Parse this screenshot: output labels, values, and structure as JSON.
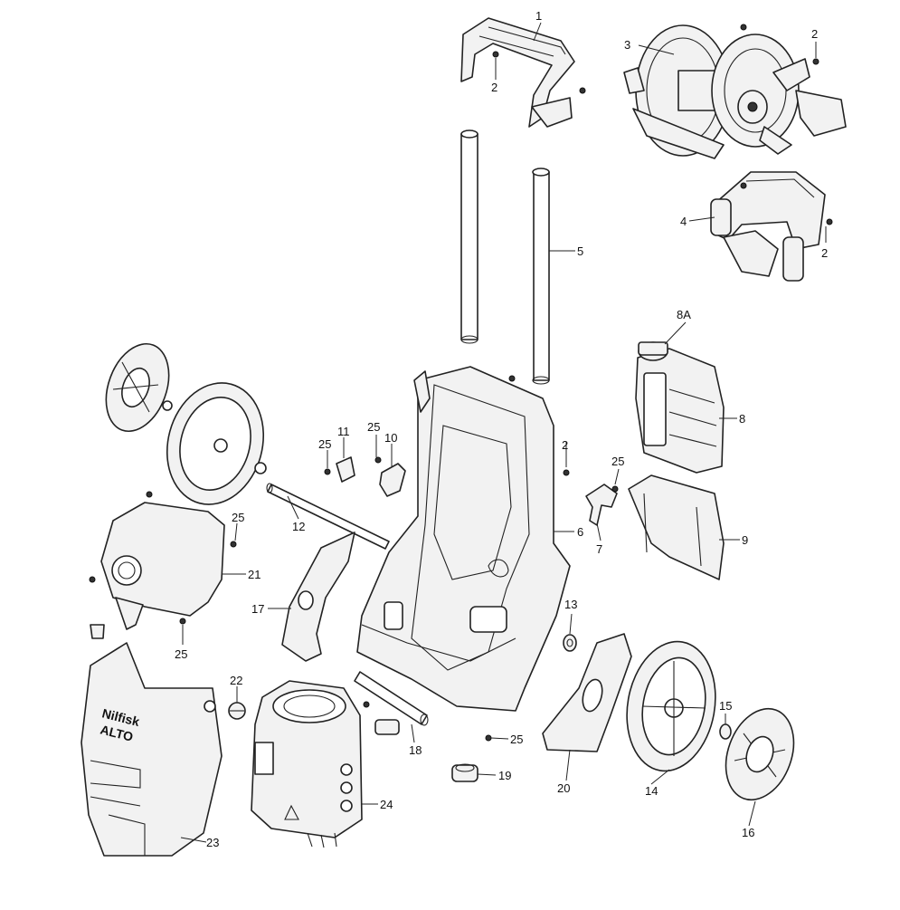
{
  "labels": {
    "p1": "1",
    "p2a": "2",
    "p2b": "2",
    "p2c": "2",
    "p2d": "2",
    "p3": "3",
    "p4": "4",
    "p5": "5",
    "p6": "6",
    "p7": "7",
    "p8": "8",
    "p8a": "8A",
    "p9": "9",
    "p10": "10",
    "p11": "11",
    "p12": "12",
    "p13": "13",
    "p14": "14",
    "p15": "15",
    "p16": "16",
    "p17": "17",
    "p18": "18",
    "p19": "19",
    "p20": "20",
    "p21": "21",
    "p22": "22",
    "p23": "23",
    "p24": "24",
    "p25a": "25",
    "p25b": "25",
    "p25c": "25",
    "p25d": "25",
    "p25e": "25",
    "p25f": "25"
  },
  "cover_text": {
    "brand_line1": "Nilfisk",
    "brand_line2": "ALTO"
  },
  "colors": {
    "line": "#222222",
    "fill": "#f2f2f2",
    "background": "#ffffff"
  }
}
